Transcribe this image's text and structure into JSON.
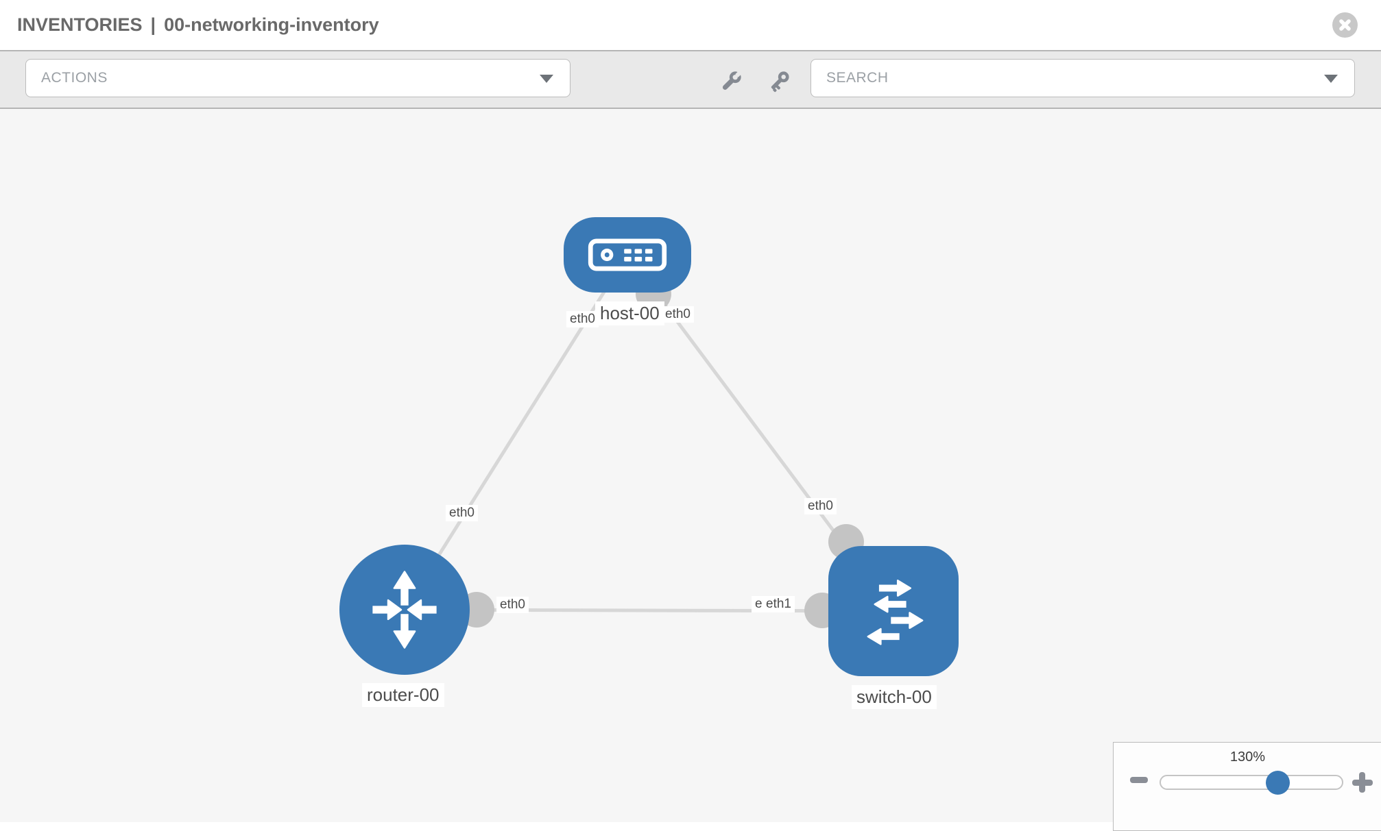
{
  "header": {
    "section": "INVENTORIES",
    "separator": "|",
    "inventory_name": "00-networking-inventory"
  },
  "toolbar": {
    "actions_label": "ACTIONS",
    "search_label": "SEARCH"
  },
  "icons": {
    "close": "circle-x",
    "wrench": "wrench",
    "key": "key",
    "actions_caret": "chevron-down",
    "search_caret": "chevron-down",
    "zoom_out": "minus",
    "zoom_in": "plus"
  },
  "canvas": {
    "node_labels": {
      "host": "host-00",
      "router": "router-00",
      "switch": "switch-00"
    },
    "interface_labels": {
      "host_left": "eth0",
      "host_right": "eth0",
      "link_host_router_mid": "eth0",
      "router_right": "eth0",
      "switch_top": "eth0",
      "switch_left_back": "eth0",
      "switch_left_front": "eth1"
    },
    "topology": {
      "nodes": [
        {
          "label": "host-00",
          "type": "host"
        },
        {
          "label": "router-00",
          "type": "router"
        },
        {
          "label": "switch-00",
          "type": "switch"
        }
      ],
      "links": [
        {
          "from": "host-00",
          "to": "router-00",
          "labels_shown": [
            "eth0",
            "eth0"
          ]
        },
        {
          "from": "host-00",
          "to": "switch-00",
          "labels_shown": [
            "eth0",
            "eth0"
          ]
        },
        {
          "from": "router-00",
          "to": "switch-00",
          "labels_shown": [
            "eth0",
            "eth0",
            "eth1"
          ]
        }
      ]
    }
  },
  "zoom_control": {
    "level": "130%"
  },
  "colors": {
    "node_blue": "#3a79b5",
    "link_gray": "#d7d7d7",
    "connector_gray": "#c4c4c4",
    "toolbar_bg": "#e9e9e9",
    "canvas_bg": "#f6f6f6"
  }
}
